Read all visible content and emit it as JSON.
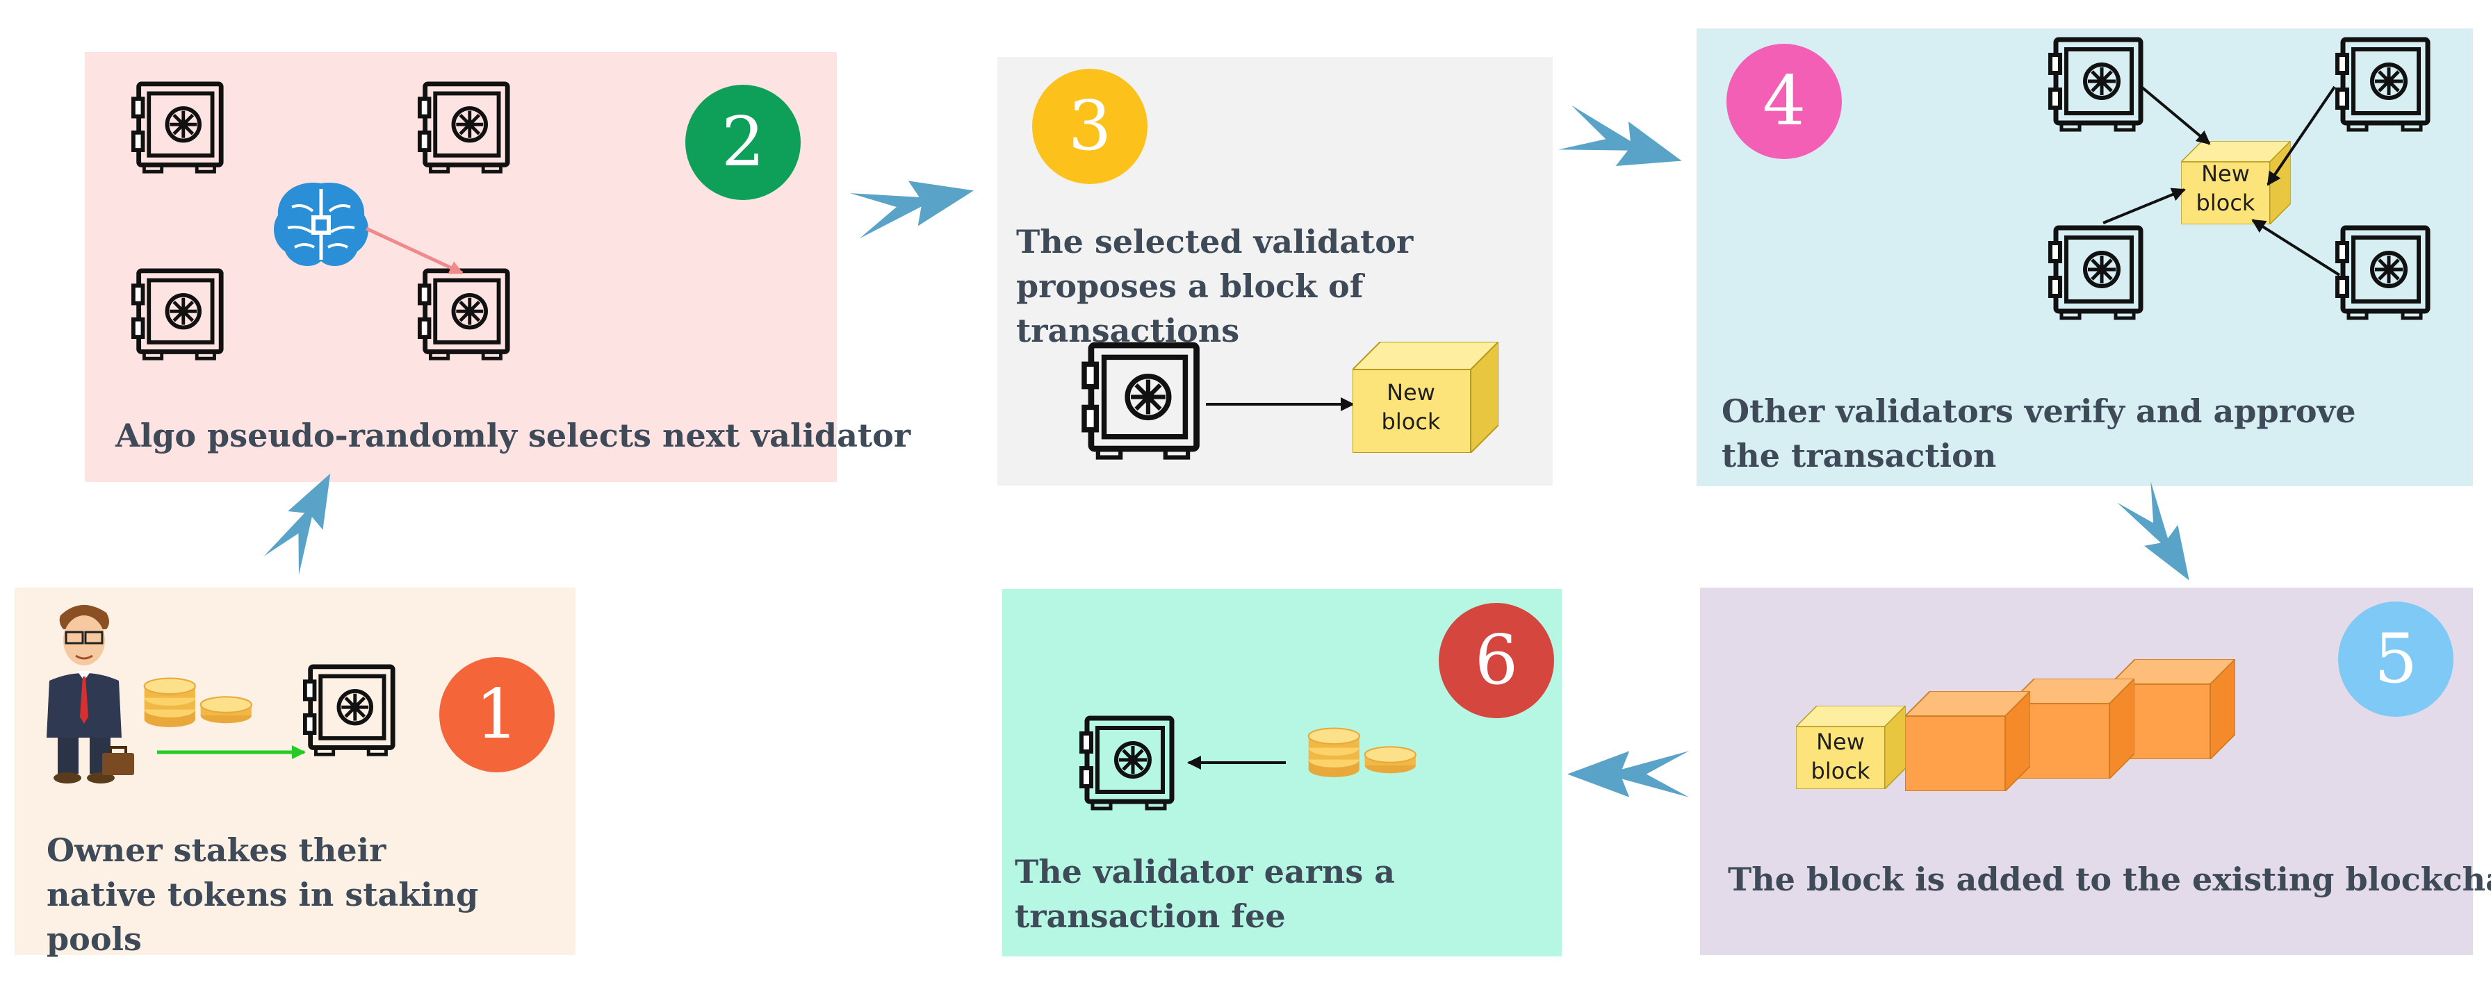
{
  "steps": [
    {
      "number": "1",
      "caption": "Owner stakes their native tokens in staking pools",
      "badge_color": "#f4663a"
    },
    {
      "number": "2",
      "caption": "Algo pseudo-randomly selects next validator",
      "badge_color": "#0e9f59"
    },
    {
      "number": "3",
      "caption": "The selected validator proposes a block of transactions",
      "badge_color": "#fcc21b"
    },
    {
      "number": "4",
      "caption": "Other validators verify and approve the transaction",
      "badge_color": "#f35fb4"
    },
    {
      "number": "5",
      "caption": "The block is added to the existing blockchain",
      "badge_color": "#7ec9f5"
    },
    {
      "number": "6",
      "caption": "The validator earns a transaction fee",
      "badge_color": "#d5473e"
    }
  ],
  "block_label": {
    "line1": "New",
    "line2": "block"
  },
  "colors": {
    "flow_arrow": "#5aa3c8",
    "new_block": "#fce47a",
    "chain_block": "#ffa04a",
    "coin": "#fcc94f",
    "green_arrow": "#22cc22",
    "pink_arrow": "#f08a8a"
  },
  "icons": [
    "safe-vault-icon",
    "ai-brain-icon",
    "coin-stack-icon",
    "businessman-icon",
    "block-cube-icon",
    "flow-arrow-icon"
  ]
}
